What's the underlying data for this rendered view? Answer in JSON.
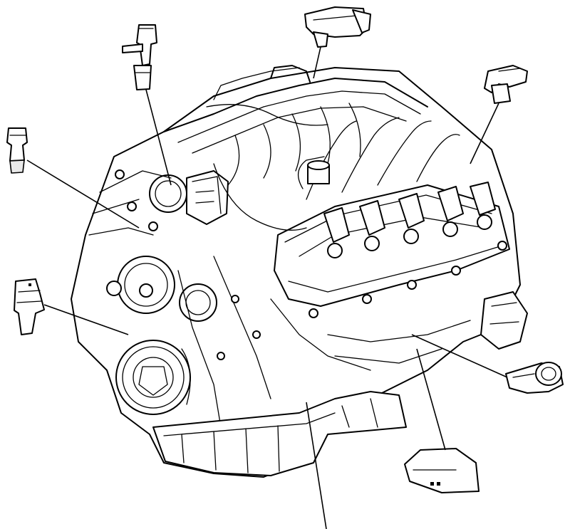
{
  "diagram": {
    "callouts": [
      {
        "id": "map-sensor"
      },
      {
        "id": "camshaft-position-sensor"
      },
      {
        "id": "ignition-coil-sensor-right"
      },
      {
        "id": "oil-pressure-sensor"
      },
      {
        "id": "coolant-temperature-sensor"
      },
      {
        "id": "knock-sensor"
      },
      {
        "id": "oil-pan-sensor"
      },
      {
        "id": "oil-pan-bottom-leader"
      }
    ]
  }
}
